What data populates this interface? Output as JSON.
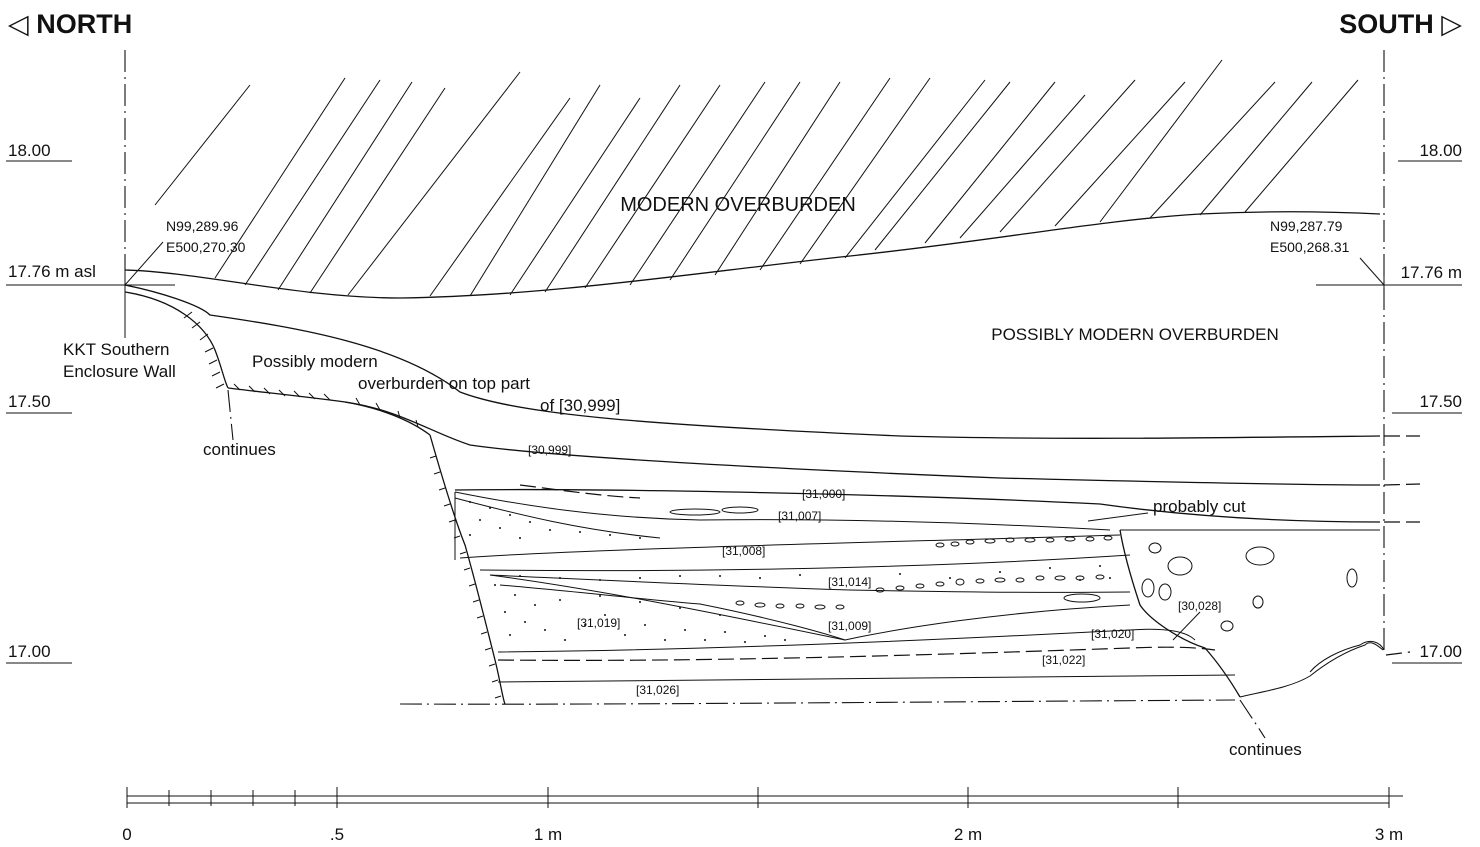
{
  "directions": {
    "north": "◁ NORTH",
    "south": "SOUTH ▷"
  },
  "elevations": {
    "left": [
      "18.00",
      "17.76 m asl",
      "17.50",
      "17.00"
    ],
    "right": [
      "18.00",
      "17.76 m",
      "17.50",
      "17.00"
    ]
  },
  "coordinates": {
    "north_point": {
      "n": "N99,289.96",
      "e": "E500,270.30"
    },
    "south_point": {
      "n": "N99,287.79",
      "e": "E500,268.31"
    }
  },
  "labels": {
    "modern_overburden": "MODERN OVERBURDEN",
    "possibly_modern_overburden": "POSSIBLY MODERN OVERBURDEN",
    "possibly_modern_line1": "Possibly modern",
    "possibly_modern_line2": "overburden on top part",
    "possibly_modern_line3": "of [30,999]",
    "wall_line1": "KKT Southern",
    "wall_line2": "Enclosure Wall",
    "continues_left": "continues",
    "continues_right": "continues",
    "probably_cut": "probably cut"
  },
  "contexts": [
    "[30,999]",
    "[31,000]",
    "[31,007]",
    "[31,008]",
    "[31,014]",
    "[31,019]",
    "[31,009]",
    "[30,028]",
    "[31,020]",
    "[31,022]",
    "[31,026]"
  ],
  "scale_bar": {
    "ticks": [
      "0",
      ".5",
      "1 m",
      "2 m",
      "3 m"
    ]
  }
}
